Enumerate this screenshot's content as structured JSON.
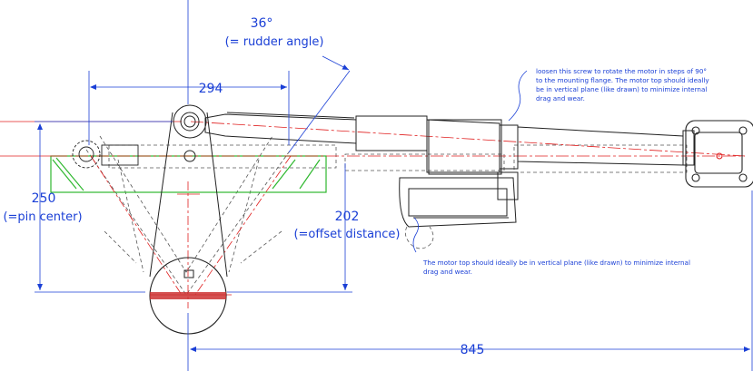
{
  "drawing": {
    "angle": {
      "value": "36°",
      "caption": "(= rudder angle)"
    },
    "dim_294": "294",
    "dim_250": {
      "value": "250",
      "caption": "(=pin center)"
    },
    "dim_202": {
      "value": "202",
      "caption": "(=offset distance)"
    },
    "dim_845": "845",
    "note_top": [
      "loosen this screw to rotate the motor in steps of 90°",
      "to the mounting flange. The motor top should ideally",
      "be in vertical plane (like drawn) to minimize internal",
      "drag and wear."
    ],
    "note_bottom": [
      "The motor top should ideally be in vertical plane (like drawn) to minimize internal",
      "drag and wear."
    ],
    "colors": {
      "dimension": "#1a3fd6",
      "centerline": "#e02020",
      "outline": "#222222",
      "tiller": "#2fb82f",
      "hidden": "#555555"
    }
  }
}
